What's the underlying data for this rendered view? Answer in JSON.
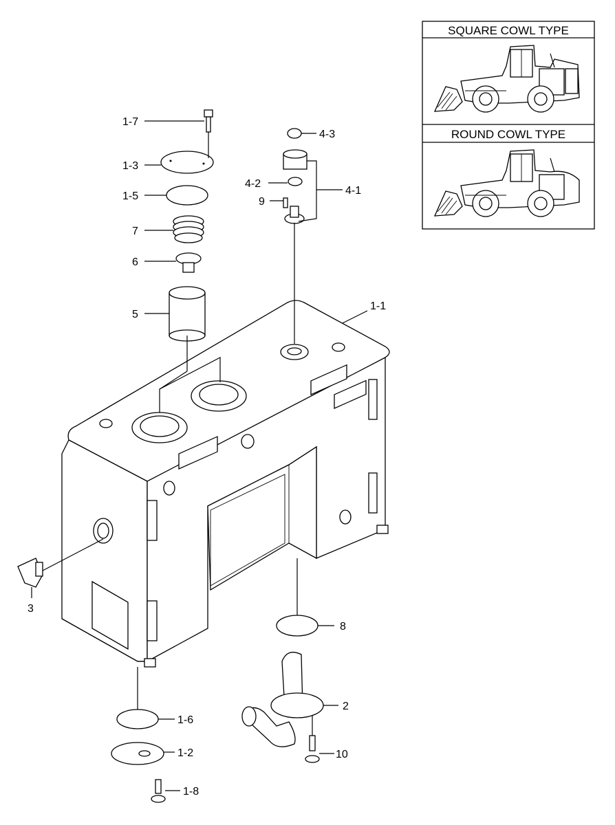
{
  "inset": {
    "square_title": "SQUARE COWL TYPE",
    "round_title": "ROUND COWL TYPE"
  },
  "callouts": [
    {
      "id": "c-1-7",
      "text": "1-7"
    },
    {
      "id": "c-1-3",
      "text": "1-3"
    },
    {
      "id": "c-1-5",
      "text": "1-5"
    },
    {
      "id": "c-7",
      "text": "7"
    },
    {
      "id": "c-6",
      "text": "6"
    },
    {
      "id": "c-5",
      "text": "5"
    },
    {
      "id": "c-4-3",
      "text": "4-3"
    },
    {
      "id": "c-4-2",
      "text": "4-2"
    },
    {
      "id": "c-4-1",
      "text": "4-1"
    },
    {
      "id": "c-9",
      "text": "9"
    },
    {
      "id": "c-1-1",
      "text": "1-1"
    },
    {
      "id": "c-3",
      "text": "3"
    },
    {
      "id": "c-8",
      "text": "8"
    },
    {
      "id": "c-2",
      "text": "2"
    },
    {
      "id": "c-1-6",
      "text": "1-6"
    },
    {
      "id": "c-10",
      "text": "10"
    },
    {
      "id": "c-1-2",
      "text": "1-2"
    },
    {
      "id": "c-1-8",
      "text": "1-8"
    }
  ]
}
